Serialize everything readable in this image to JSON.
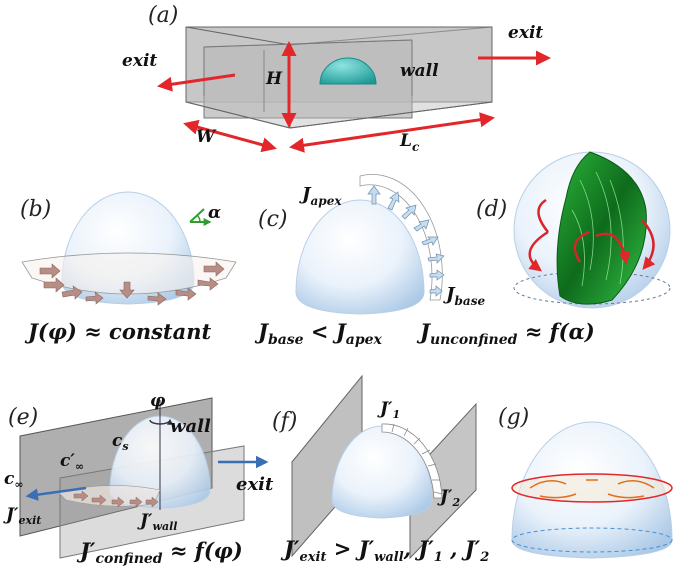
{
  "panels": {
    "a": {
      "label": "(a)",
      "exit_left": "exit",
      "exit_right": "exit",
      "wall": "wall",
      "height": "H",
      "width": "W",
      "length": "L",
      "length_sub": "c",
      "colors": {
        "arrow": "#e3262a",
        "droplet": "#2fb8b3",
        "box": "#9a9a9a"
      }
    },
    "b": {
      "label": "(b)",
      "angle": "α",
      "formula": "J(φ) ≈ constant",
      "colors": {
        "flux_arrow": "#b88d84",
        "angle": "#2e9e2e"
      }
    },
    "c": {
      "label": "(c)",
      "apex": "J",
      "apex_sub": "apex",
      "base": "J",
      "base_sub": "base",
      "formula_left": "J",
      "formula_left_sub": "base",
      "formula_op": " < ",
      "formula_right": "J",
      "formula_right_sub": "apex",
      "colors": {
        "flux_arrow": "#bcd6ea"
      }
    },
    "d": {
      "label": "(d)",
      "formula_main": "J",
      "formula_sub": "unconfined",
      "formula_rest": " ≈ f(α)",
      "colors": {
        "flow": "#1e8a2a",
        "circulation": "#d9242a"
      }
    },
    "e": {
      "label": "(e)",
      "phi": "φ",
      "wall": "wall",
      "cs": "c",
      "cs_sub": "s",
      "c_inf_prime": "c′",
      "c_inf_prime_sub": "∞",
      "c_inf": "c",
      "c_inf_sub": "∞",
      "exit": "exit",
      "j_exit": "J′",
      "j_exit_sub": "exit",
      "j_wall": "J′",
      "j_wall_sub": "wall",
      "formula_main": "J′",
      "formula_sub": "confined",
      "formula_rest": " ≈ f(φ)",
      "colors": {
        "exit_arrow": "#3b6fb5",
        "wall": "#8c8c8c"
      }
    },
    "f": {
      "label": "(f)",
      "j1": "J′",
      "j1_sub": "1",
      "j2": "J′",
      "j2_sub": "2",
      "formula_a": "J′",
      "formula_a_sub": "exit",
      "formula_op": " > ",
      "formula_b": "J′",
      "formula_b_sub": "wall",
      "formula_c": ", J′",
      "formula_c_sub": "1",
      "formula_d": " , J′",
      "formula_d_sub": "2"
    },
    "g": {
      "label": "(g)",
      "colors": {
        "ring": "#e3262a",
        "base_ring": "#4a8fd0",
        "flow_arrow": "#e0701c"
      }
    }
  }
}
